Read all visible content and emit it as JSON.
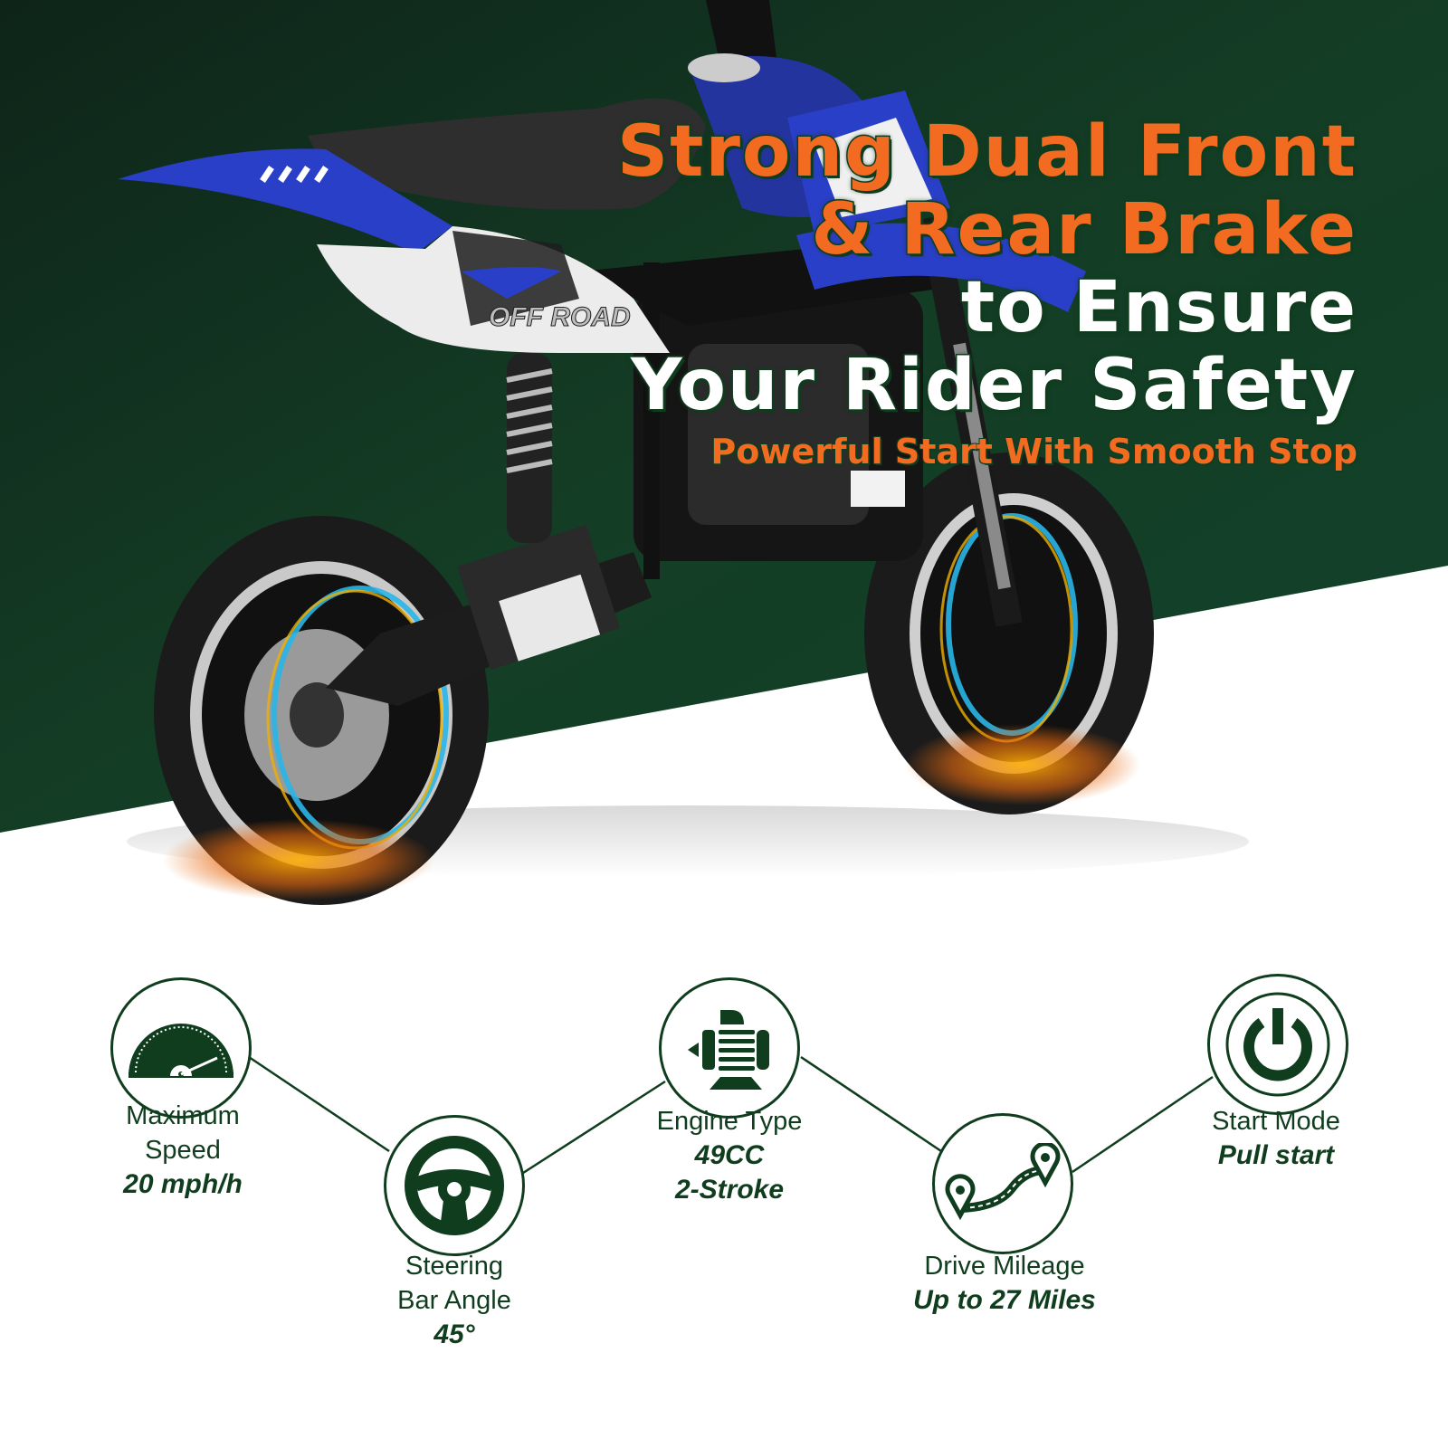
{
  "colors": {
    "dark_green": "#0f3d1e",
    "bg_green": "#123a24",
    "accent_orange": "#f26b21",
    "white": "#ffffff",
    "bike_blue": "#2a3fc7"
  },
  "hero": {
    "headline_lines": [
      {
        "text": "Strong Dual Front",
        "color": "orange"
      },
      {
        "text": "& Rear Brake",
        "color": "orange"
      },
      {
        "text": "to Ensure",
        "color": "white"
      },
      {
        "text": "Your Rider Safety",
        "color": "white"
      }
    ],
    "subline": "Powerful Start With Smooth Stop",
    "bike_decal": "OFF ROAD"
  },
  "features": [
    {
      "icon": "speedometer-icon",
      "label": "Maximum Speed",
      "label_lines": [
        "Maximum",
        "Speed"
      ],
      "value": "20 mph/h"
    },
    {
      "icon": "steering-wheel-icon",
      "label": "Steering Bar Angle",
      "label_lines": [
        "Steering",
        "Bar Angle"
      ],
      "value": "45°"
    },
    {
      "icon": "engine-icon",
      "label": "Engine Type",
      "label_lines": [
        "Engine Type"
      ],
      "value_lines": [
        "49CC",
        "2-Stroke"
      ]
    },
    {
      "icon": "route-icon",
      "label": "Drive Mileage",
      "label_lines": [
        "Drive Mileage"
      ],
      "value": "Up to 27 Miles"
    },
    {
      "icon": "power-icon",
      "label": "Start Mode",
      "label_lines": [
        "Start Mode"
      ],
      "value": "Pull start"
    }
  ]
}
